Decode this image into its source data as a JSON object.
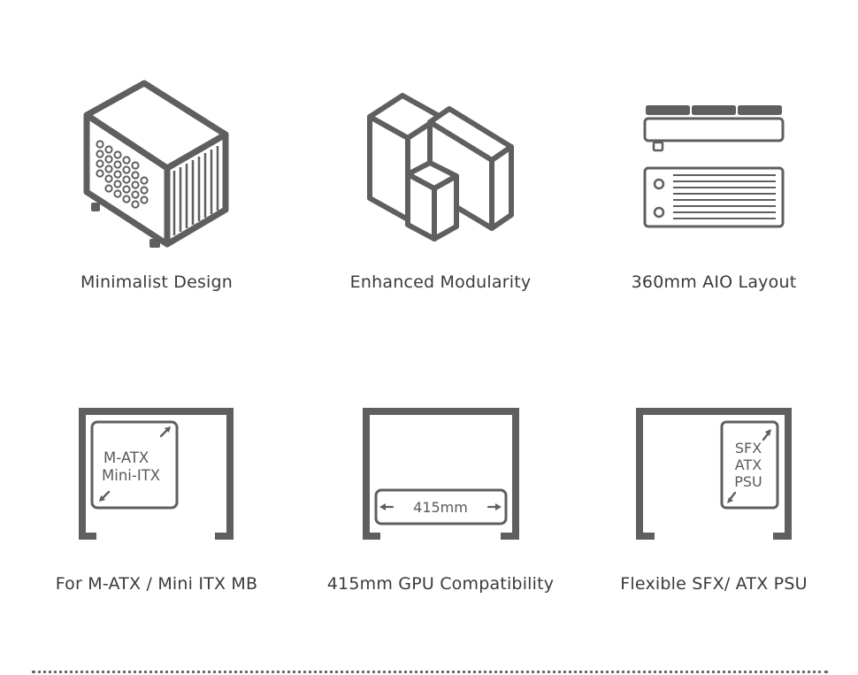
{
  "features": [
    {
      "id": "minimalist",
      "icon": "minimalist-case-icon",
      "label": "Minimalist Design"
    },
    {
      "id": "modularity",
      "icon": "modular-blocks-icon",
      "label": "Enhanced Modularity"
    },
    {
      "id": "aio",
      "icon": "radiator-icon",
      "label": "360mm AIO Layout"
    },
    {
      "id": "motherboard",
      "icon": "motherboard-layout-icon",
      "label": "For M-ATX / Mini ITX MB",
      "icon_text": [
        "M-ATX",
        "Mini-ITX"
      ]
    },
    {
      "id": "gpu",
      "icon": "gpu-length-icon",
      "label": "415mm GPU Compatibility",
      "icon_text": [
        "415mm"
      ]
    },
    {
      "id": "psu",
      "icon": "psu-layout-icon",
      "label": "Flexible SFX/ ATX PSU",
      "icon_text": [
        "SFX",
        "ATX",
        "PSU"
      ]
    }
  ],
  "colors": {
    "icon": "#5f5f5f",
    "text": "#3a3a3a",
    "background": "#ffffff"
  }
}
